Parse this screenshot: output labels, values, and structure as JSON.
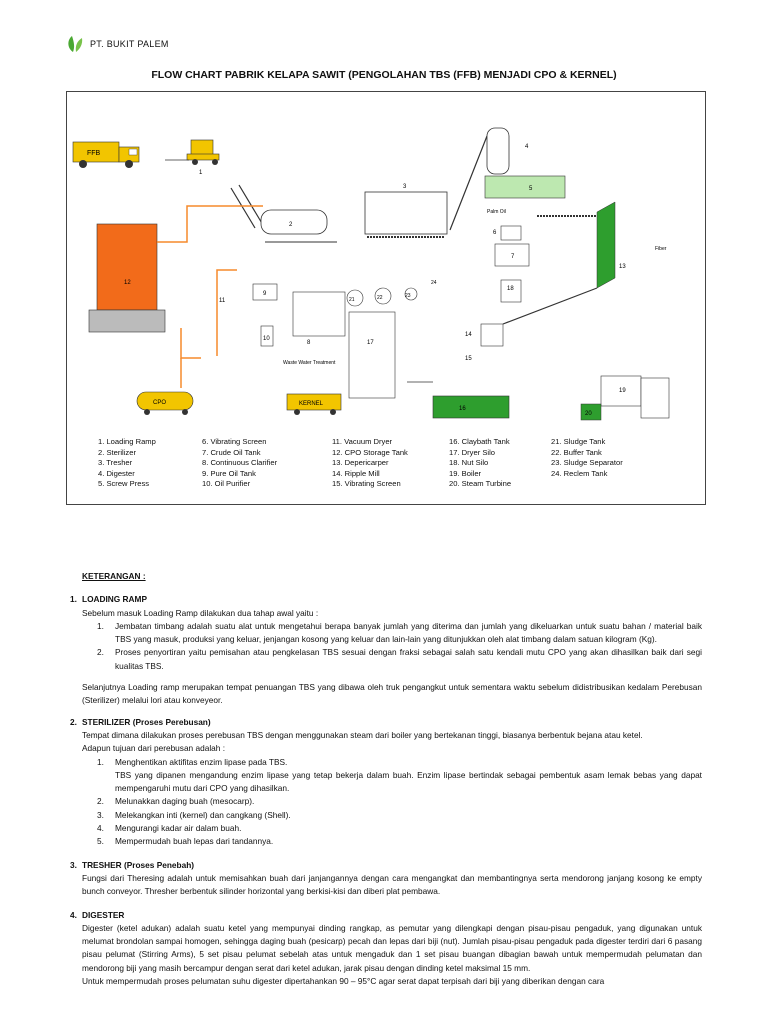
{
  "brand": {
    "name": "PT. BUKIT PALEM",
    "colors": {
      "leaf": "#4aa832"
    }
  },
  "title": "FLOW CHART PABRIK KELAPA SAWIT (PENGOLAHAN TBS (FFB) MENJADI CPO & KERNEL)",
  "diagram": {
    "truck1_label": "FFB",
    "truck2_label": "CPO",
    "truck3_label": "KERNEL",
    "palm_oil": "Palm Oil",
    "fiber": "Fiber",
    "waste": "Waste Water Treatment",
    "nums": [
      "1",
      "2",
      "3",
      "4",
      "5",
      "6",
      "7",
      "8",
      "9",
      "10",
      "11",
      "12",
      "13",
      "14",
      "15",
      "16",
      "17",
      "18",
      "19",
      "20",
      "21",
      "22",
      "23",
      "24"
    ]
  },
  "legend": {
    "col1": [
      "1.  Loading Ramp",
      "2.  Sterilizer",
      "3.  Tresher",
      "4.  Digester",
      "5.  Screw Press"
    ],
    "col2": [
      "6.  Vibrating Screen",
      "7.  Crude  Oil Tank",
      "8.  Continuous Clarifier",
      "9.  Pure Oil Tank",
      "10. Oil Purifier"
    ],
    "col3": [
      "11. Vacuum Dryer",
      "12. CPO Storage Tank",
      "13. Depericarper",
      "14. Ripple Mill",
      "15. Vibrating Screen"
    ],
    "col4": [
      "16. Claybath Tank",
      "17. Dryer Silo",
      "18. Nut Silo",
      "19. Boiler",
      "20. Steam Turbine"
    ],
    "col5": [
      "21. Sludge Tank",
      "22. Buffer Tank",
      "23. Sludge Separator",
      "24. Reclem Tank"
    ]
  },
  "text": {
    "keterangan": "KETERANGAN :",
    "s1_title": "LOADING RAMP",
    "s1_intro": "Sebelum masuk Loading Ramp dilakukan dua tahap awal yaitu :",
    "s1_i1": "Jembatan timbang adalah suatu alat untuk mengetahui berapa banyak jumlah yang diterima dan jumlah yang dikeluarkan untuk suatu bahan / material baik TBS yang masuk, produksi yang keluar, jenjangan kosong yang keluar dan lain-lain yang ditunjukkan oleh alat timbang dalam satuan kilogram (Kg).",
    "s1_i2": "Proses penyortiran yaitu pemisahan atau pengkelasan TBS sesuai dengan fraksi sebagai salah satu kendali mutu CPO yang akan dihasilkan baik dari segi kualitas TBS.",
    "s1_para": "Selanjutnya Loading ramp merupakan tempat penuangan TBS yang dibawa oleh truk pengangkut untuk sementara waktu sebelum didistribusikan kedalam Perebusan (Sterilizer) melalui lori atau konveyeor.",
    "s2_title": "STERILIZER (Proses Perebusan)",
    "s2_intro": "Tempat dimana dilakukan proses perebusan TBS dengan  menggunakan steam dari boiler yang bertekanan tinggi, biasanya berbentuk bejana atau ketel.",
    "s2_intro2": "Adapun tujuan dari perebusan adalah :",
    "s2_i1": "Menghentikan aktifitas enzim lipase pada TBS.",
    "s2_i1b": "TBS yang dipanen mengandung enzim lipase yang tetap bekerja dalam buah. Enzim lipase bertindak sebagai pembentuk asam lemak bebas yang dapat mempengaruhi mutu dari CPO yang dihasilkan.",
    "s2_i2": "Melunakkan daging buah (mesocarp).",
    "s2_i3": "Melekangkan inti (kernel) dan cangkang (Shell).",
    "s2_i4": "Mengurangi kadar air dalam buah.",
    "s2_i5": "Mempermudah buah lepas dari tandannya.",
    "s3_title": "TRESHER (Proses Penebah)",
    "s3_text": "Fungsi dari Theresing adalah untuk memisahkan buah dari janjangannya dengan cara mengangkat dan membantingnya serta mendorong janjang kosong ke empty bunch conveyor. Thresher berbentuk silinder horizontal yang berkisi-kisi dan diberi plat pembawa.",
    "s4_title": "DIGESTER",
    "s4_text": "Digester (ketel adukan) adalah suatu ketel yang mempunyai dinding rangkap, as pemutar yang dilengkapi dengan pisau-pisau pengaduk, yang digunakan untuk melumat brondolan sampai homogen, sehingga daging buah (pesicarp) pecah dan lepas dari biji (nut). Jumlah pisau-pisau pengaduk pada digester terdiri dari 6 pasang pisau pelumat (Stirring Arms), 5 set pisau pelumat sebelah atas untuk mengaduk dan 1 set pisau buangan dibagian bawah untuk mempermudah pelumatan dan mendorong biji yang masih bercampur dengan serat dari ketel adukan, jarak pisau dengan dinding ketel maksimal 15 mm.",
    "s4_text2": "Untuk mempermudah proses pelumatan suhu digester dipertahankan 90 – 95°C agar serat dapat terpisah dari biji yang diberikan dengan cara"
  }
}
